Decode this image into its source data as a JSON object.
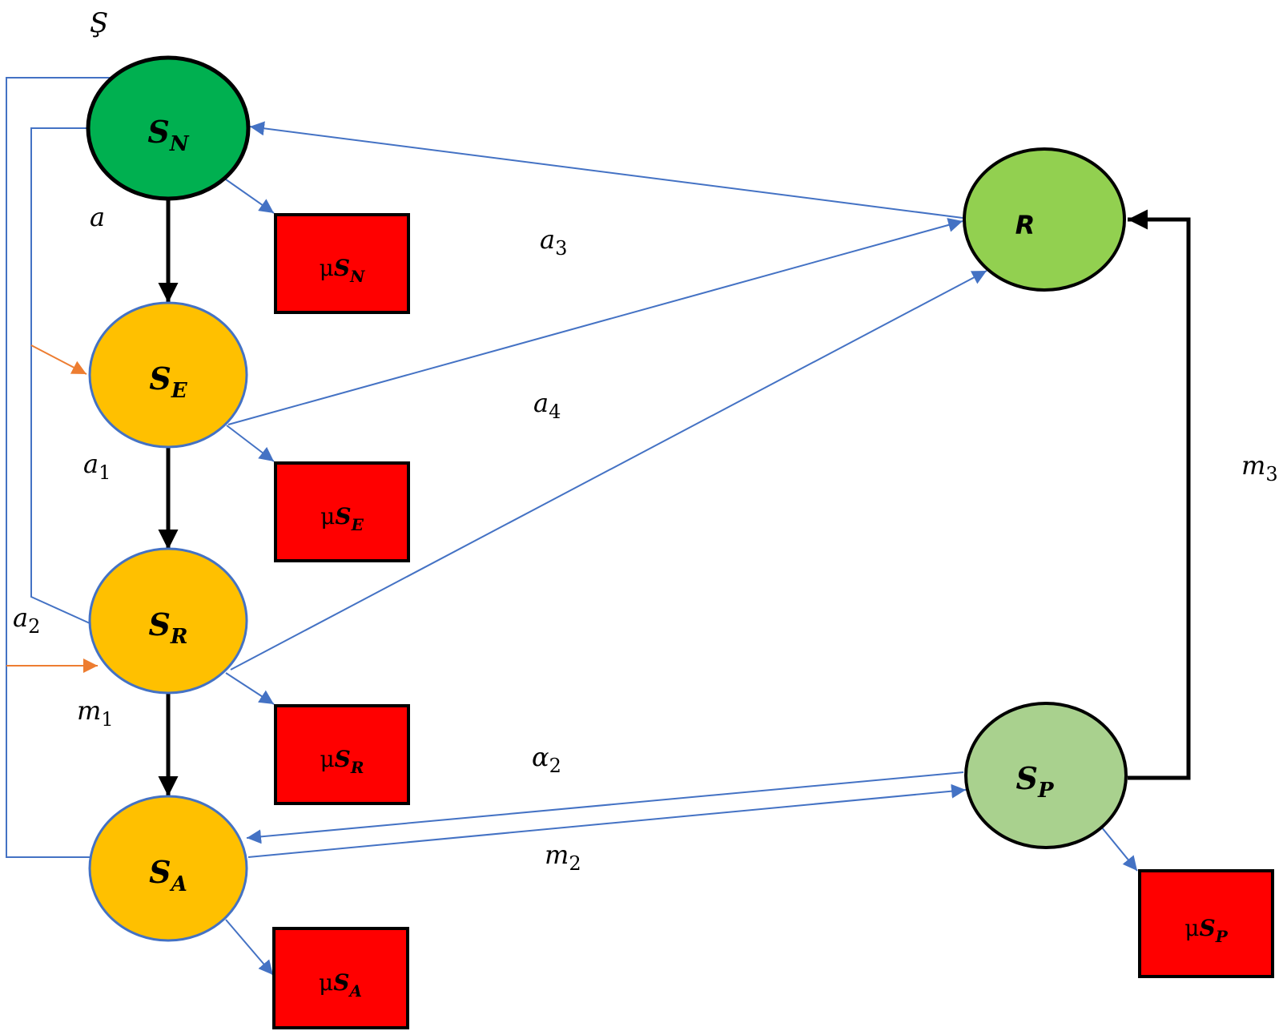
{
  "diagram": {
    "title_glyph": "Ş",
    "colors": {
      "flow_blue": "#4472C4",
      "inflow_orange": "#ED7D31",
      "main_black": "#000000",
      "death_red": "#FF0000",
      "sn_fill": "#00B050",
      "yellow_fill": "#FFC000",
      "r_fill": "#92D050",
      "sp_fill": "#A9D18E"
    },
    "nodes": [
      {
        "id": "SN",
        "main": "S",
        "sub": "N",
        "fill": "#00B050",
        "stroke": "#000000"
      },
      {
        "id": "SE",
        "main": "S",
        "sub": "E",
        "fill": "#FFC000",
        "stroke": "#4472C4"
      },
      {
        "id": "SR",
        "main": "S",
        "sub": "R",
        "fill": "#FFC000",
        "stroke": "#4472C4"
      },
      {
        "id": "SA",
        "main": "S",
        "sub": "A",
        "fill": "#FFC000",
        "stroke": "#4472C4"
      },
      {
        "id": "R",
        "main": "R",
        "sub": "",
        "fill": "#92D050",
        "stroke": "#000000"
      },
      {
        "id": "SP",
        "main": "S",
        "sub": "P",
        "fill": "#A9D18E",
        "stroke": "#000000"
      }
    ],
    "death_boxes": [
      {
        "id": "muSN",
        "prefix": "μ",
        "main": "S",
        "sub": "N"
      },
      {
        "id": "muSE",
        "prefix": "μ",
        "main": "S",
        "sub": "E"
      },
      {
        "id": "muSR",
        "prefix": "μ",
        "main": "S",
        "sub": "R"
      },
      {
        "id": "muSA",
        "prefix": "μ",
        "main": "S",
        "sub": "A"
      },
      {
        "id": "muSP",
        "prefix": "μ",
        "main": "S",
        "sub": "P"
      }
    ],
    "params": [
      {
        "id": "a",
        "main": "a",
        "sub": ""
      },
      {
        "id": "a1",
        "main": "a",
        "sub": "1"
      },
      {
        "id": "a2",
        "main": "a",
        "sub": "2"
      },
      {
        "id": "m1",
        "main": "m",
        "sub": "1"
      },
      {
        "id": "a3",
        "main": "a",
        "sub": "3"
      },
      {
        "id": "a4",
        "main": "a",
        "sub": "4"
      },
      {
        "id": "alpha2",
        "main": "α",
        "sub": "2"
      },
      {
        "id": "m2",
        "main": "m",
        "sub": "2"
      },
      {
        "id": "m3",
        "main": "m",
        "sub": "3"
      }
    ],
    "edges": [
      {
        "from": "SN",
        "to": "SE",
        "label": "a",
        "style": "main"
      },
      {
        "from": "SE",
        "to": "SR",
        "label": "a1",
        "style": "main"
      },
      {
        "from": "SR",
        "to": "SA",
        "label": "m1",
        "style": "main"
      },
      {
        "from": "SP",
        "to": "R",
        "label": "m3",
        "style": "main"
      },
      {
        "from": "R",
        "to": "SN",
        "label": "a3",
        "style": "flow"
      },
      {
        "from": "SE",
        "to": "R",
        "label": "",
        "style": "flow"
      },
      {
        "from": "SR",
        "to": "R",
        "label": "a4",
        "style": "flow"
      },
      {
        "from": "SP",
        "to": "SA",
        "label": "alpha2",
        "style": "flow"
      },
      {
        "from": "SA",
        "to": "SP",
        "label": "m2",
        "style": "flow"
      },
      {
        "from": "SN",
        "to": "SE",
        "label": "",
        "style": "inflow-loop"
      },
      {
        "from": "SA",
        "to": "SR",
        "label": "a2",
        "style": "inflow-loop"
      }
    ]
  }
}
